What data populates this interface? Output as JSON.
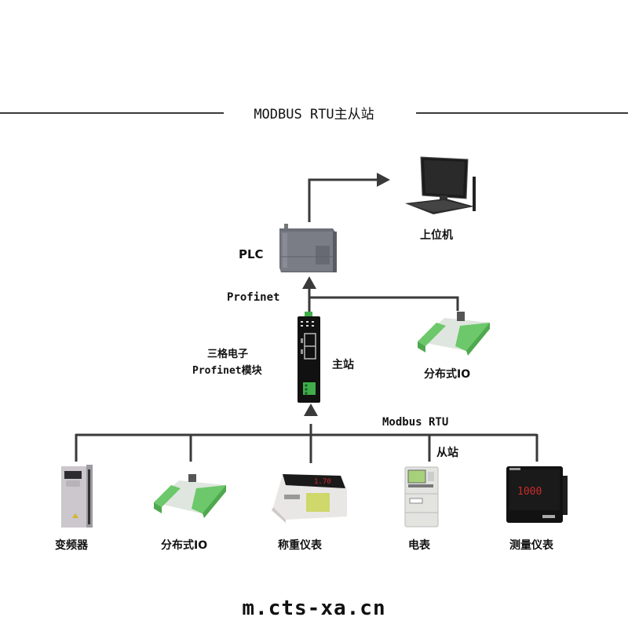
{
  "title": "MODBUS RTU主从站",
  "labels": {
    "plc": "PLC",
    "pc": "上位机",
    "profinet": "Profinet",
    "module_line1": "三格电子",
    "module_line2": "Profinet模块",
    "master": "主站",
    "profinet_io": "分布式IO",
    "modbus_rtu": "Modbus RTU",
    "slave": "从站"
  },
  "slaves": [
    {
      "label": "变频器",
      "icon": "frequency-inverter-icon"
    },
    {
      "label": "分布式IO",
      "icon": "distributed-io-icon"
    },
    {
      "label": "称重仪表",
      "icon": "weighing-indicator-icon"
    },
    {
      "label": "电表",
      "icon": "electric-meter-icon"
    },
    {
      "label": "测量仪表",
      "icon": "measuring-instrument-icon"
    }
  ],
  "devices": {
    "plc_icon": "plc-icon",
    "pc_icon": "computer-icon",
    "module_icon": "profinet-gateway-icon"
  },
  "meter_display": "1000",
  "footer": "m.cts-xa.cn",
  "colors": {
    "line": "#3a3a3a",
    "io_green": "#7fcf7a",
    "module_body": "#111111",
    "connector_green": "#3fae4a"
  }
}
